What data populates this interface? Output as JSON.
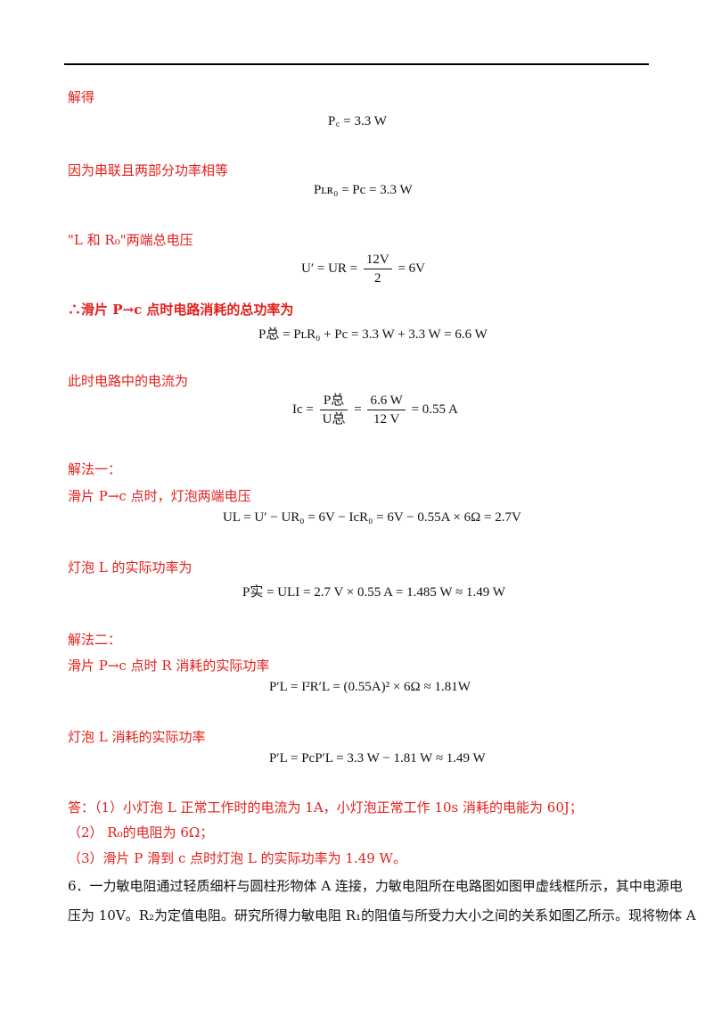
{
  "colors": {
    "accent_red": "#e0201c",
    "text": "#111111"
  },
  "lines": {
    "l1": "解得",
    "l2": "因为串联且两部分功率相等",
    "l3": "\"L  和 R₀\"两端总电压",
    "l4": "∴滑片 P→c 点时电路消耗的总功率为",
    "l5": "此时电路中的电流为",
    "l6": "解法一：",
    "l7": "滑片 P→c 点时，灯泡两端电压",
    "l8": "灯泡 L 的实际功率为",
    "l9": "解法二：",
    "l10": "滑片 P→c 点时 R 消耗的实际功率",
    "l11": "灯泡 L 消耗的实际功率",
    "ans1": "答：（1）小灯泡 L 正常工作时的电流为 1A，小灯泡正常工作 10s 消耗的电能为 60J；",
    "ans2": "（2）  R₀的电阻为 6Ω；",
    "ans3": "（3）滑片 P 滑到 c 点时灯泡 L 的实际功率为 1.49 W。",
    "q6a": "6．一力敏电阻通过轻质细杆与圆柱形物体 A 连接，力敏电阻所在电路图如图甲虚线框所示，其中电源电",
    "q6b": "压为 10V。R₂为定值电阻。研究所得力敏电阻 R₁的阻值与所受力大小之间的关系如图乙所示。现将物体 A"
  },
  "eqs": {
    "e1": "P꜀ = 3.3 W",
    "e2": "Pʟʀ₀ = Pc = 3.3 W",
    "e3_lhs": "U′ = UR =",
    "e3_num": "12V",
    "e3_den": "2",
    "e3_rhs": "= 6V",
    "e4": "P总 = PʟR₀ + Pc = 3.3 W + 3.3 W = 6.6 W",
    "e5_lhs": "Ic =",
    "e5_num1": "P总",
    "e5_den1": "U总",
    "e5_num2": "6.6 W",
    "e5_den2": "12 V",
    "e5_rhs": "= 0.55 A",
    "e6": "UL = U′ − UR₀ = 6V − IcR₀ = 6V − 0.55A × 6Ω = 2.7V",
    "e7": "P实 = ULI = 2.7 V × 0.55 A = 1.485 W ≈ 1.49 W",
    "e8": "P′L = I²R′L = (0.55A)² × 6Ω ≈ 1.81W",
    "e9": "P′L = PcP′L = 3.3 W − 1.81 W ≈ 1.49 W"
  }
}
